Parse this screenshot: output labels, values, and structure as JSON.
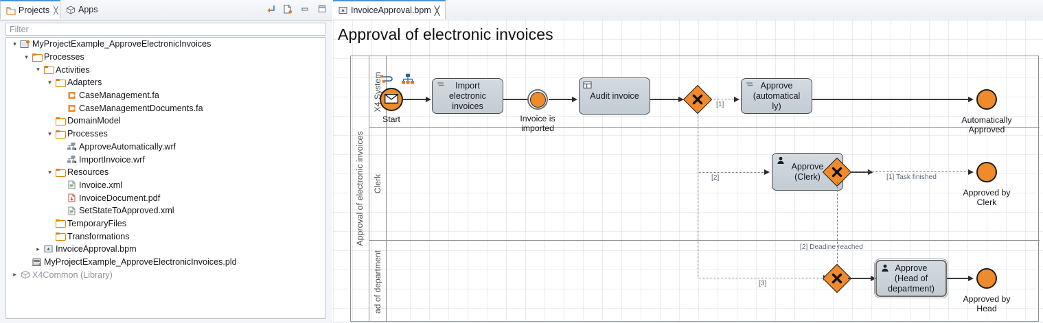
{
  "left_panel": {
    "tabs": [
      {
        "label": "Projects",
        "icon": "projects-icon",
        "active": true,
        "closable": true
      },
      {
        "label": "Apps",
        "icon": "apps-box-icon",
        "active": false,
        "closable": false
      }
    ],
    "toolbar_icons": [
      "link-with-editor-icon",
      "new-file-icon",
      "minimize-icon",
      "maximize-icon"
    ],
    "filter": {
      "value": "",
      "placeholder": "Filter"
    },
    "tree": [
      {
        "indent": 0,
        "arrow": "expanded",
        "icon": "project-icon",
        "label": "MyProjectExample_ApproveElectronicInvoices",
        "dim": false
      },
      {
        "indent": 1,
        "arrow": "expanded",
        "icon": "folder-icon",
        "label": "Processes",
        "dim": false
      },
      {
        "indent": 2,
        "arrow": "expanded",
        "icon": "folder-icon",
        "label": "Activities",
        "dim": false
      },
      {
        "indent": 3,
        "arrow": "expanded",
        "icon": "folder-icon",
        "label": "Adapters",
        "dim": false
      },
      {
        "indent": 4,
        "arrow": "none",
        "icon": "adapter-fa-icon",
        "label": "CaseManagement.fa",
        "dim": false
      },
      {
        "indent": 4,
        "arrow": "none",
        "icon": "adapter-fa-icon",
        "label": "CaseManagementDocuments.fa",
        "dim": false
      },
      {
        "indent": 3,
        "arrow": "none",
        "icon": "folder-icon",
        "label": "DomainModel",
        "dim": false
      },
      {
        "indent": 3,
        "arrow": "expanded",
        "icon": "folder-icon",
        "label": "Processes",
        "dim": false
      },
      {
        "indent": 4,
        "arrow": "none",
        "icon": "workflow-wrf-icon",
        "label": "ApproveAutomatically.wrf",
        "dim": false
      },
      {
        "indent": 4,
        "arrow": "none",
        "icon": "workflow-wrf-icon",
        "label": "ImportInvoice.wrf",
        "dim": false
      },
      {
        "indent": 3,
        "arrow": "expanded",
        "icon": "folder-icon",
        "label": "Resources",
        "dim": false
      },
      {
        "indent": 4,
        "arrow": "none",
        "icon": "xml-file-icon",
        "label": "Invoice.xml",
        "dim": false
      },
      {
        "indent": 4,
        "arrow": "none",
        "icon": "pdf-file-icon",
        "label": "InvoiceDocument.pdf",
        "dim": false
      },
      {
        "indent": 4,
        "arrow": "none",
        "icon": "xml-file-icon",
        "label": "SetStateToApproved.xml",
        "dim": false
      },
      {
        "indent": 3,
        "arrow": "none",
        "icon": "folder-icon",
        "label": "TemporaryFiles",
        "dim": false
      },
      {
        "indent": 3,
        "arrow": "none",
        "icon": "folder-icon",
        "label": "Transformations",
        "dim": false
      },
      {
        "indent": 2,
        "arrow": "collapsed",
        "icon": "bpm-file-icon",
        "label": "InvoiceApproval.bpm",
        "dim": false
      },
      {
        "indent": 1,
        "arrow": "none",
        "icon": "pld-file-icon",
        "label": "MyProjectExample_ApproveElectronicInvoices.pld",
        "dim": false
      },
      {
        "indent": 0,
        "arrow": "collapsed",
        "icon": "library-icon",
        "label": "X4Common (Library)",
        "dim": true
      }
    ]
  },
  "editor": {
    "tab": {
      "label": "InvoiceApproval.bpm",
      "icon": "bpm-file-icon",
      "closable": true
    },
    "diagram_title": "Approval of electronic invoices",
    "pool": {
      "label": "Approval of electronic invoices"
    },
    "lanes": [
      {
        "id": "system",
        "label": "X4 System"
      },
      {
        "id": "clerk",
        "label": "Clerk"
      },
      {
        "id": "head",
        "label": "ad of department"
      }
    ],
    "nodes": {
      "start": {
        "type": "start-message-event",
        "label": "Start",
        "icon": "envelope-icon",
        "decorators": [
          "sequence-icon",
          "tree-icon"
        ]
      },
      "import_task": {
        "type": "service-task",
        "icon": "script-task-icon",
        "label": "Import electronic invoices",
        "lines": [
          "Import",
          "electronic",
          "invoices"
        ]
      },
      "invoice_imported": {
        "type": "intermediate-event",
        "label": "Invoice is imported",
        "lines": [
          "Invoice is",
          "imported"
        ]
      },
      "audit_task": {
        "type": "user-form-task",
        "icon": "form-icon",
        "label": "Audit invoice",
        "lines": [
          "Audit invoice"
        ]
      },
      "gw_split": {
        "type": "exclusive-gateway",
        "label": ""
      },
      "approve_auto": {
        "type": "service-task",
        "icon": "script-task-icon",
        "label": "Approve (automatically)",
        "lines": [
          "Approve",
          "(automatical",
          "ly)"
        ]
      },
      "end_auto": {
        "type": "end-event",
        "label": "Automatically Approved",
        "lines": [
          "Automatically",
          "Approved"
        ]
      },
      "approve_clerk": {
        "type": "user-task",
        "icon": "user-icon",
        "label": "Approve (Clerk)",
        "lines": [
          "Approve",
          "(Clerk)"
        ]
      },
      "gw_clerk": {
        "type": "exclusive-gateway",
        "label": ""
      },
      "end_clerk": {
        "type": "end-event",
        "label": "Approved by Clerk",
        "lines": [
          "Approved by",
          "Clerk"
        ]
      },
      "gw_head": {
        "type": "exclusive-gateway",
        "label": ""
      },
      "approve_head": {
        "type": "user-task",
        "icon": "user-icon",
        "label": "Approve (Head of department)",
        "lines": [
          "Approve",
          "(Head of",
          "department)"
        ],
        "selected": true
      },
      "end_head": {
        "type": "end-event",
        "label": "Approved by Head",
        "lines": [
          "Approved by",
          "Head"
        ]
      }
    },
    "flow_labels": {
      "to_auto": "[1]",
      "to_clerk": "[2]",
      "to_head": "[3]",
      "task_finished": "[1] Task finished",
      "deadline": "[2] Deadine reached"
    }
  },
  "colors": {
    "event_orange": "#ee8b2a",
    "gateway_orange": "#f08a2c",
    "task_fill": "#c9d2d9",
    "accent_tab": "#4a90d9",
    "lane_border": "#8e8e8e"
  }
}
